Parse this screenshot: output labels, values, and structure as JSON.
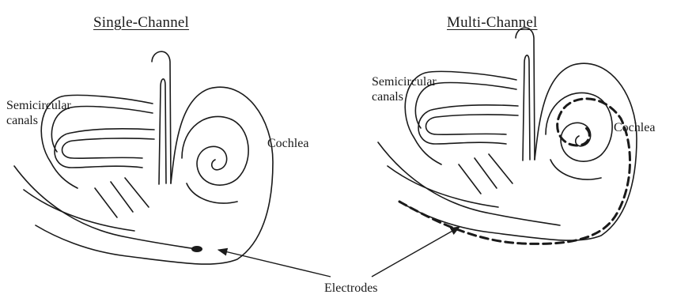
{
  "panels": [
    {
      "title": "Single-Channel",
      "labels": {
        "canals_line1": "Semicircular",
        "canals_line2": "canals",
        "cochlea": "Cochlea"
      }
    },
    {
      "title": "Multi-Channel",
      "labels": {
        "canals_line1": "Semicircular",
        "canals_line2": "canals",
        "cochlea": "Cochlea"
      }
    }
  ],
  "electrodes_label": "Electrodes",
  "colors": {
    "ink": "#1a1a1a",
    "background": "#ffffff"
  }
}
